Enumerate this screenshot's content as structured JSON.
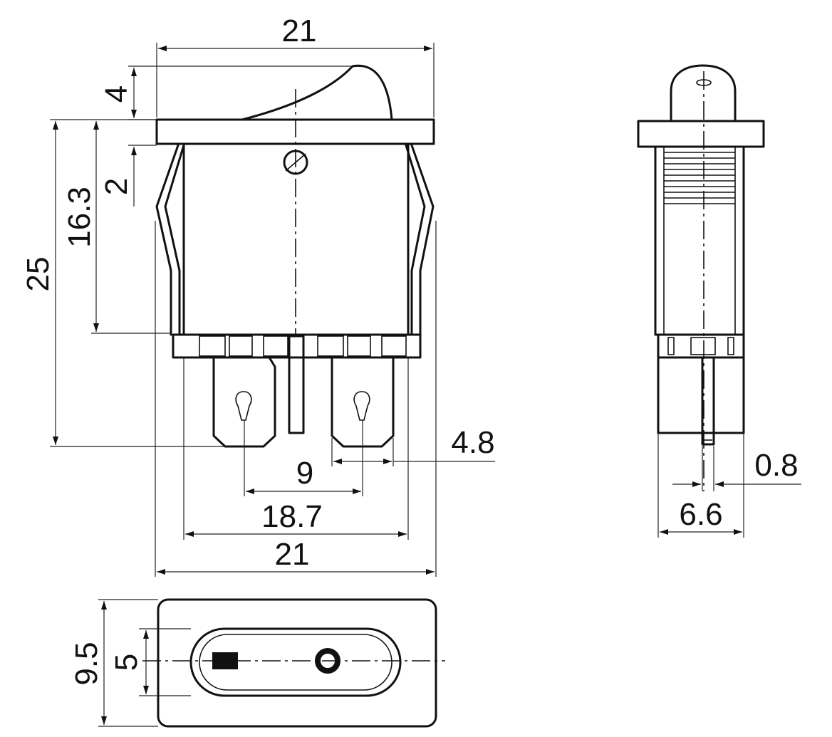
{
  "colors": {
    "ink": "#111111",
    "paper": "#ffffff"
  },
  "front_view": {
    "width_top": "21",
    "actuator_height": "4",
    "flange_thickness": "2",
    "body_depth": "16.3",
    "total_height": "25",
    "terminal_width": "4.8",
    "terminal_pitch": "9",
    "body_width": "18.7",
    "width_bottom": "21"
  },
  "side_view": {
    "pin_thickness": "0.8",
    "body_thickness": "6.6"
  },
  "top_view": {
    "bezel_height": "9.5",
    "rocker_height": "5"
  }
}
